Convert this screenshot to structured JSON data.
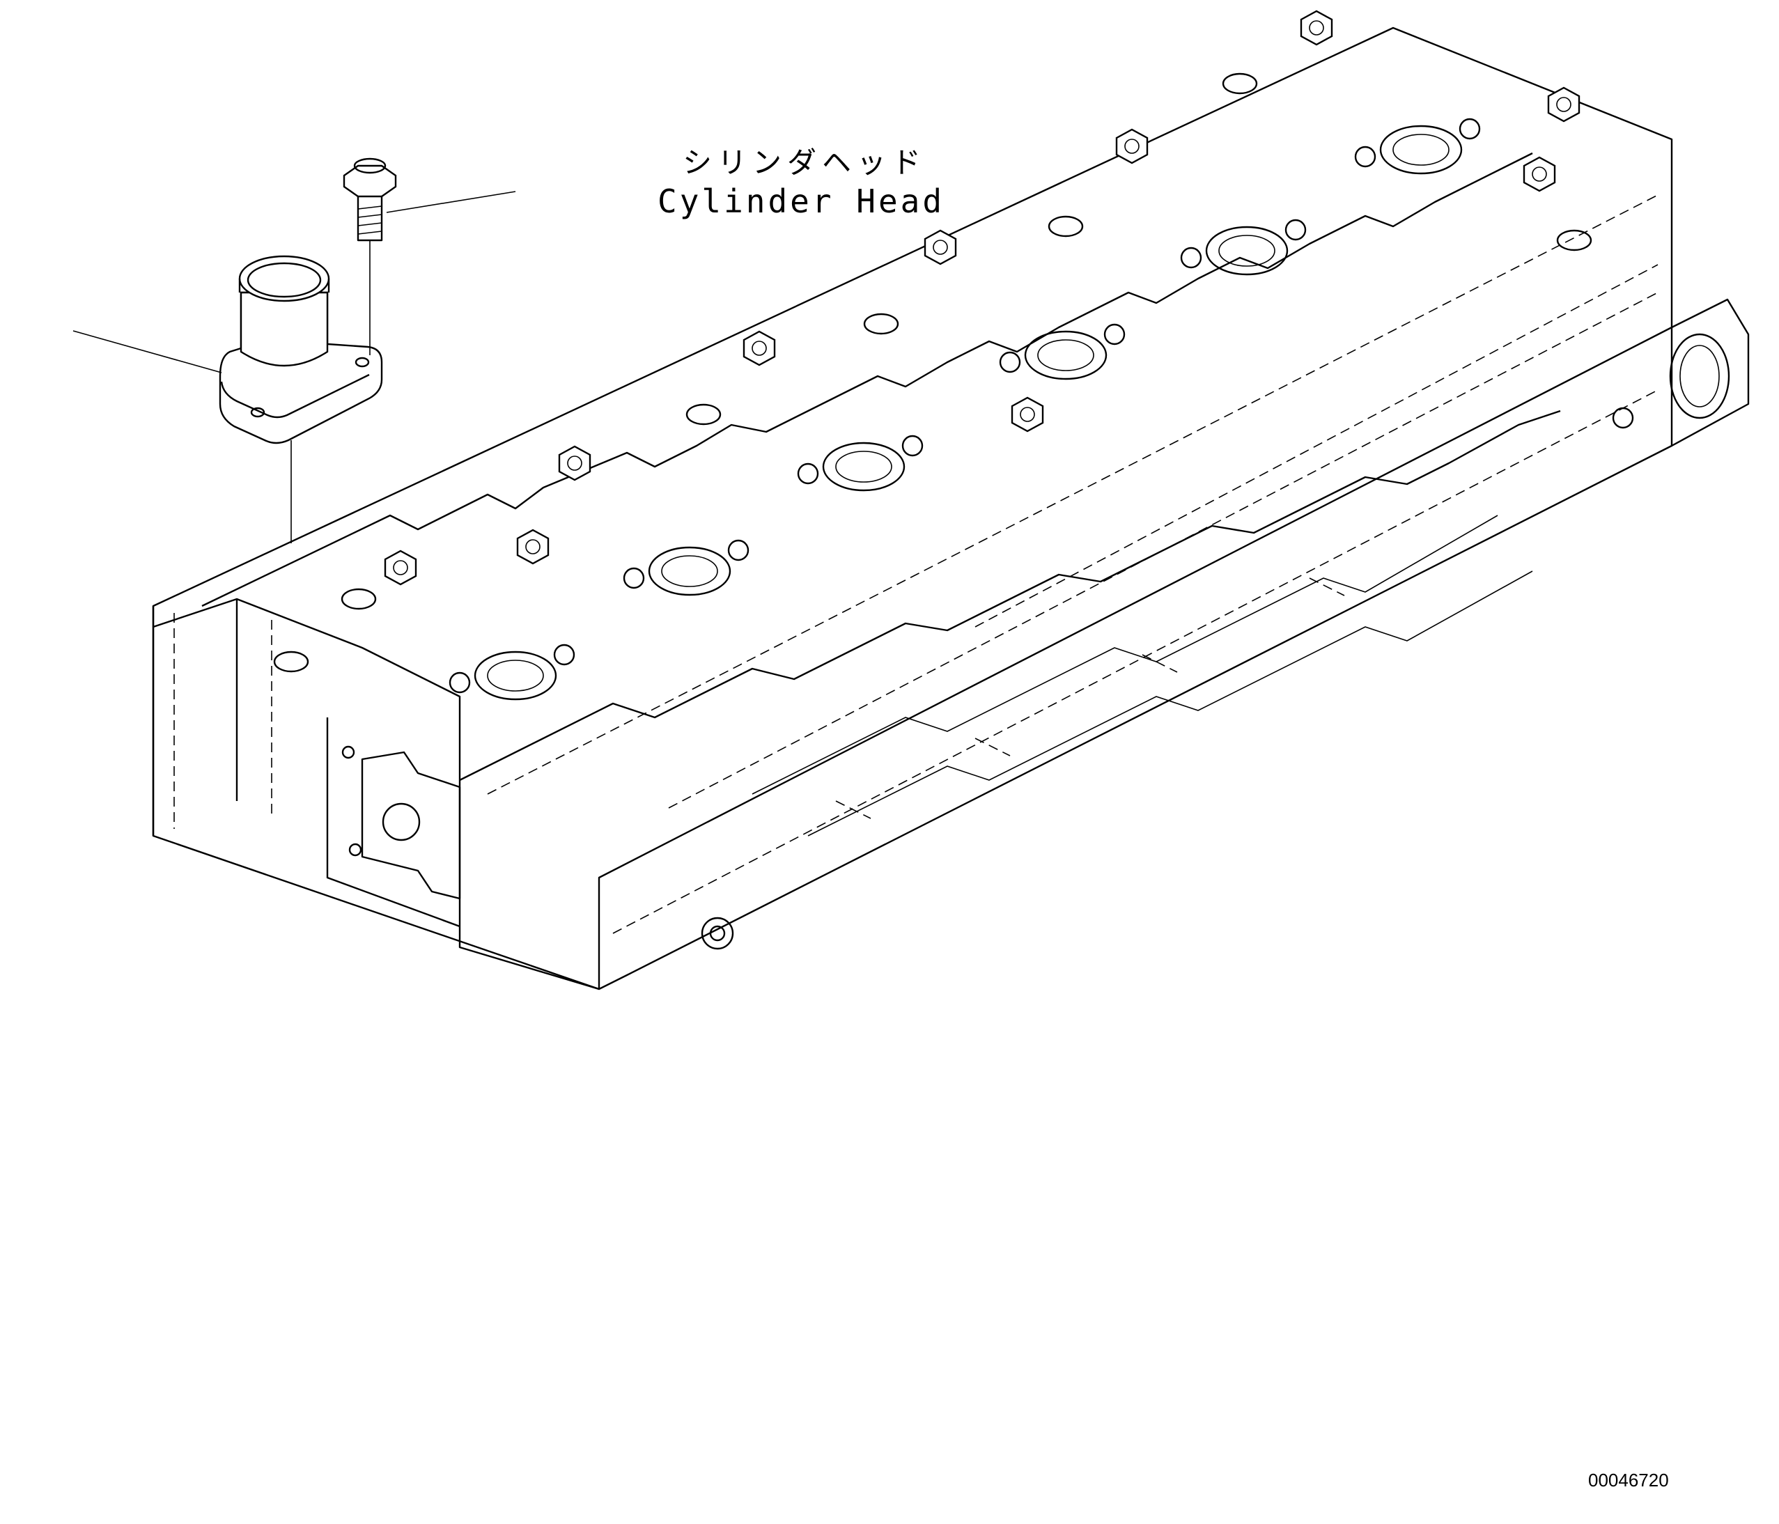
{
  "labels": {
    "component_jp": "シリンダヘッド",
    "component_en": "Cylinder Head",
    "figure_id": "00046720"
  }
}
